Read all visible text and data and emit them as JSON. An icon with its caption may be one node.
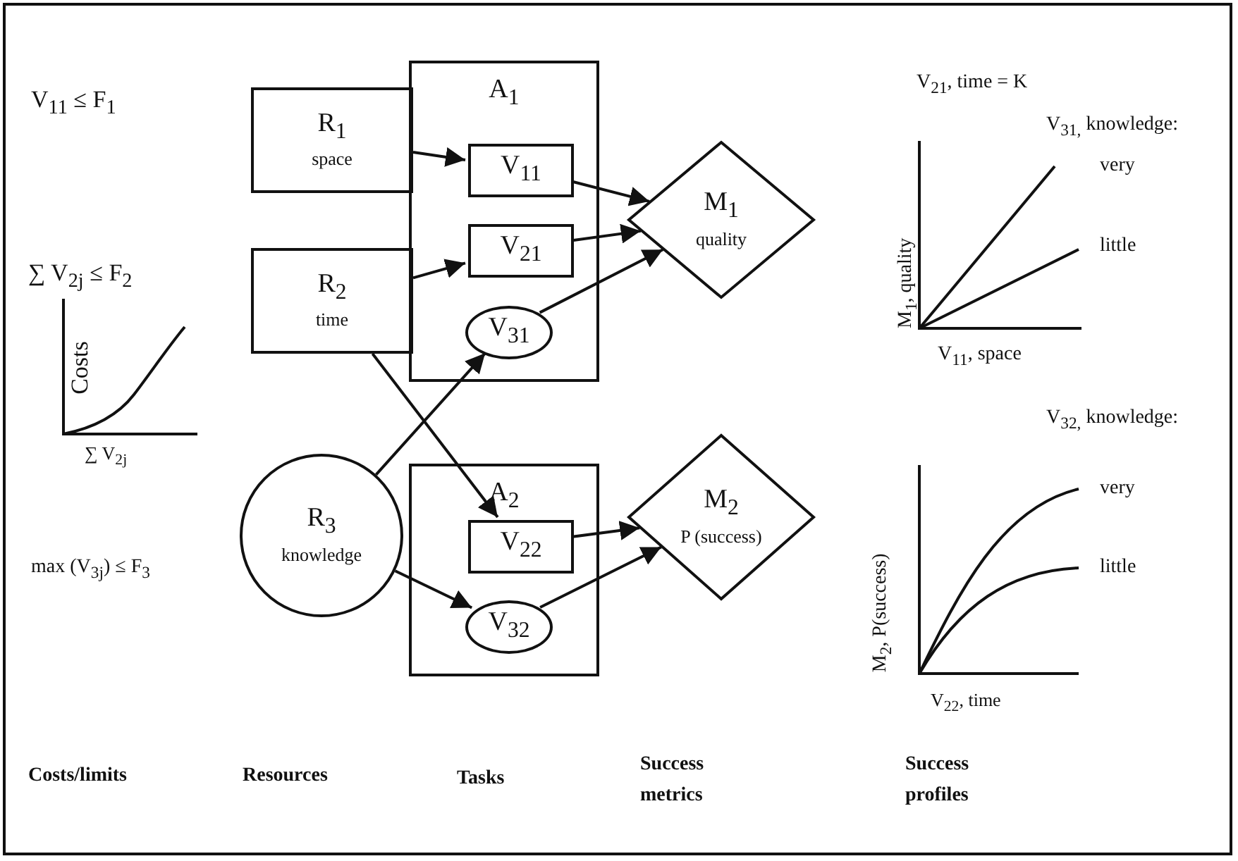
{
  "diagram": {
    "nodes": [
      {
        "text": [
          "R$_{1}$",
          "space"
        ]
      },
      {
        "text": [
          "R$_{2}$",
          "time"
        ]
      },
      {
        "text": [
          "R$_{3}$",
          "knowledge"
        ]
      },
      {
        "text": [
          "A$_{1}$"
        ]
      },
      {
        "text": [
          "V$_{11}$"
        ],
        "in": 3
      },
      {
        "text": [
          "V$_{21}$"
        ],
        "in": 3
      },
      {
        "text": [
          "V$_{31}$"
        ],
        "in": 3
      },
      {
        "text": [
          "A$_{2}$"
        ]
      },
      {
        "text": [
          "V$_{22}$"
        ],
        "in": 7
      },
      {
        "text": [
          "V$_{32}$"
        ],
        "in": 7
      },
      {
        "text": [
          "M$_{1}$",
          "quality"
        ]
      },
      {
        "text": [
          "M$_{2}$",
          "P (success)"
        ]
      }
    ],
    "edges": [
      {
        "from": 0,
        "to": 4,
        "arrow": "to"
      },
      {
        "from": 1,
        "to": 5,
        "arrow": "to"
      },
      {
        "from": 1,
        "to": 8,
        "arrow": "to"
      },
      {
        "from": 2,
        "to": 6,
        "arrow": "to"
      },
      {
        "from": 2,
        "to": 9,
        "arrow": "to"
      },
      {
        "from": 4,
        "to": 10,
        "arrow": "to"
      },
      {
        "from": 5,
        "to": 10,
        "arrow": "to"
      },
      {
        "from": 6,
        "to": 10,
        "arrow": "to"
      },
      {
        "from": 8,
        "to": 11,
        "arrow": "to"
      },
      {
        "from": 9,
        "to": 11,
        "arrow": "to"
      }
    ],
    "labels": [
      "V$_{11}$ ≤ F$_{1}$",
      "∑ V$_{2j}$ ≤ F$_{2}$",
      "Costs",
      "∑ V$_{2j}$",
      "max (V$_{3j}$) ≤ F$_{3}$",
      "V$_{21}$, time = K",
      "V$_{31,}$ knowledge:",
      "very",
      "little",
      "M$_{1}$, quality",
      "V$_{11}$, space",
      "V$_{32,}$ knowledge:",
      "very",
      "little",
      "M$_{2}$, P(success)",
      "V$_{22}$, time",
      "Costs/limits",
      "Resources",
      "Tasks",
      "Success metrics",
      "Success profiles"
    ]
  }
}
